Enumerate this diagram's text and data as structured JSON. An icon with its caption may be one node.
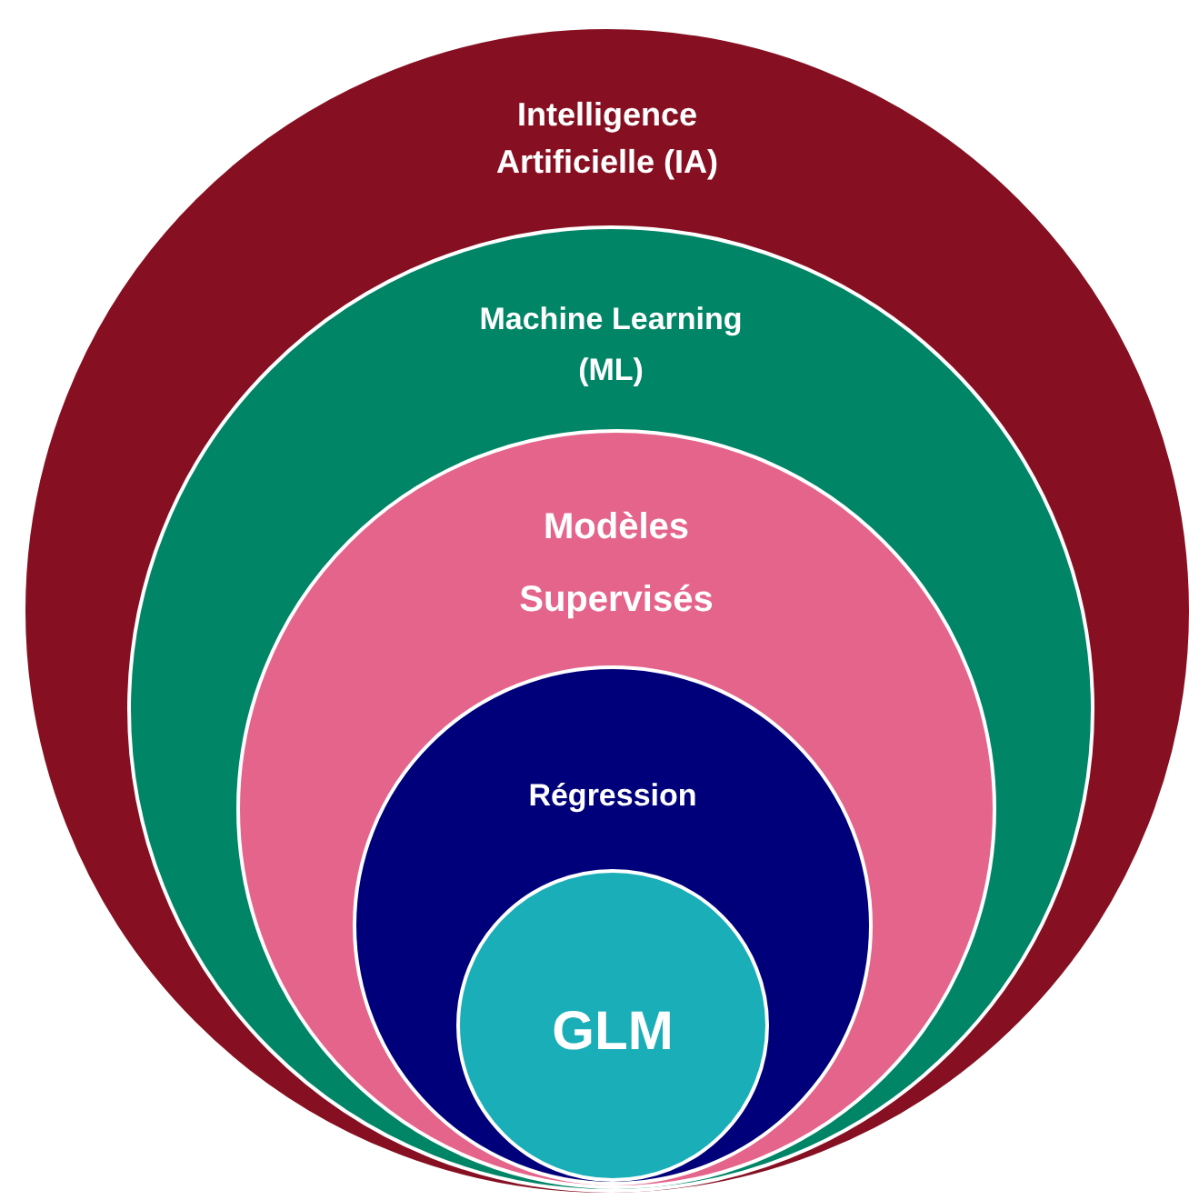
{
  "diagram": {
    "nodes": [
      {
        "text": [
          "Intelligence Artificielle (IA)"
        ]
      },
      {
        "text": [
          "Machine Learning (ML)"
        ],
        "in": 0
      },
      {
        "text": [
          "Modèles Supervisés"
        ],
        "in": 1
      },
      {
        "text": [
          "Régression"
        ],
        "in": 2
      },
      {
        "text": [
          "GLM"
        ],
        "in": 3
      }
    ]
  }
}
